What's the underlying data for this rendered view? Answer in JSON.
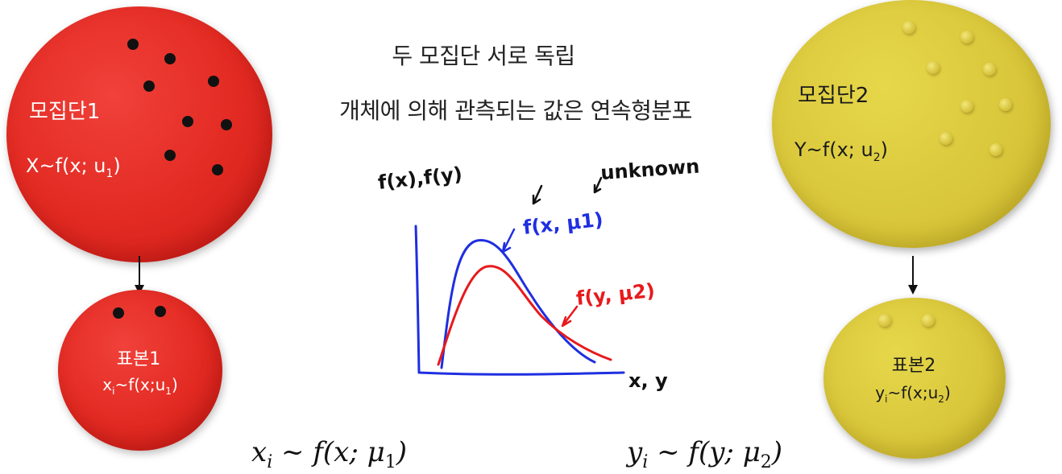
{
  "header": {
    "line1": "두 모집단 서로 독립",
    "line2": "개체에 의해 관측되는 값은 연속형분포"
  },
  "population1": {
    "title": "모집단1",
    "dist_prefix": "X~f(x; u",
    "dist_sub": "1",
    "dist_suffix": ")",
    "color": "#e22a22"
  },
  "sample1": {
    "title": "표본1",
    "dist_prefix": "x",
    "dist_sub1": "i",
    "dist_mid": "~f(x;u",
    "dist_sub2": "1",
    "dist_suffix": ")"
  },
  "population2": {
    "title": "모집단2",
    "dist_prefix": "Y~f(x; u",
    "dist_sub": "2",
    "dist_suffix": ")",
    "color": "#d9c63a"
  },
  "sample2": {
    "title": "표본2",
    "dist_prefix": "y",
    "dist_sub1": "i",
    "dist_mid": "~f(x;u",
    "dist_sub2": "2",
    "dist_suffix": ")"
  },
  "sketch": {
    "ylabel": "f(x),f(y)",
    "unknown": "unknown",
    "curve1_label": "f(x, μ1)",
    "curve2_label": "f(y, μ2)",
    "xlabel": "x, y",
    "curve1_color": "#1f2fe0",
    "curve2_color": "#e8191c"
  },
  "formulas": {
    "left_var": "x",
    "left_sub": "i",
    "left_mid": " ~ f(x; μ",
    "left_sub2": "1",
    "left_end": ")",
    "right_var": "y",
    "right_sub": "i",
    "right_mid": " ~ f(y; μ",
    "right_sub2": "2",
    "right_end": ")"
  }
}
